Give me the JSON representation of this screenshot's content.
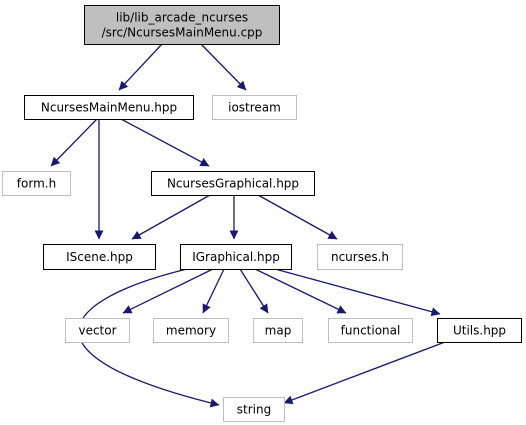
{
  "colors": {
    "edge": "#191970",
    "root_fill": "#bfbfbf",
    "root_border": "#000000",
    "documented_border": "#000000",
    "external_border": "#bfbfbf",
    "text": "#000000",
    "background": "#ffffff"
  },
  "nodes": {
    "root": {
      "lines": [
        "lib/lib_arcade_ncurses",
        "/src/NcursesMainMenu.cpp"
      ],
      "kind": "root"
    },
    "ncurses_main_menu_hpp": {
      "lines": [
        "NcursesMainMenu.hpp"
      ],
      "kind": "documented"
    },
    "iostream": {
      "lines": [
        "iostream"
      ],
      "kind": "external"
    },
    "form_h": {
      "lines": [
        "form.h"
      ],
      "kind": "external"
    },
    "ncurses_graphical_hpp": {
      "lines": [
        "NcursesGraphical.hpp"
      ],
      "kind": "documented"
    },
    "iscene_hpp": {
      "lines": [
        "IScene.hpp"
      ],
      "kind": "documented"
    },
    "igraphical_hpp": {
      "lines": [
        "IGraphical.hpp"
      ],
      "kind": "documented"
    },
    "ncurses_h": {
      "lines": [
        "ncurses.h"
      ],
      "kind": "external"
    },
    "vector": {
      "lines": [
        "vector"
      ],
      "kind": "external"
    },
    "memory": {
      "lines": [
        "memory"
      ],
      "kind": "external"
    },
    "map": {
      "lines": [
        "map"
      ],
      "kind": "external"
    },
    "functional": {
      "lines": [
        "functional"
      ],
      "kind": "external"
    },
    "utils_hpp": {
      "lines": [
        "Utils.hpp"
      ],
      "kind": "documented"
    },
    "string": {
      "lines": [
        "string"
      ],
      "kind": "external"
    }
  },
  "edges": [
    {
      "from": "root",
      "to": "ncurses_main_menu_hpp"
    },
    {
      "from": "root",
      "to": "iostream"
    },
    {
      "from": "ncurses_main_menu_hpp",
      "to": "form_h"
    },
    {
      "from": "ncurses_main_menu_hpp",
      "to": "ncurses_graphical_hpp"
    },
    {
      "from": "ncurses_main_menu_hpp",
      "to": "iscene_hpp"
    },
    {
      "from": "ncurses_graphical_hpp",
      "to": "iscene_hpp"
    },
    {
      "from": "ncurses_graphical_hpp",
      "to": "igraphical_hpp"
    },
    {
      "from": "ncurses_graphical_hpp",
      "to": "ncurses_h"
    },
    {
      "from": "igraphical_hpp",
      "to": "vector"
    },
    {
      "from": "igraphical_hpp",
      "to": "memory"
    },
    {
      "from": "igraphical_hpp",
      "to": "map"
    },
    {
      "from": "igraphical_hpp",
      "to": "functional"
    },
    {
      "from": "igraphical_hpp",
      "to": "utils_hpp"
    },
    {
      "from": "igraphical_hpp",
      "to": "string"
    },
    {
      "from": "utils_hpp",
      "to": "string"
    }
  ]
}
